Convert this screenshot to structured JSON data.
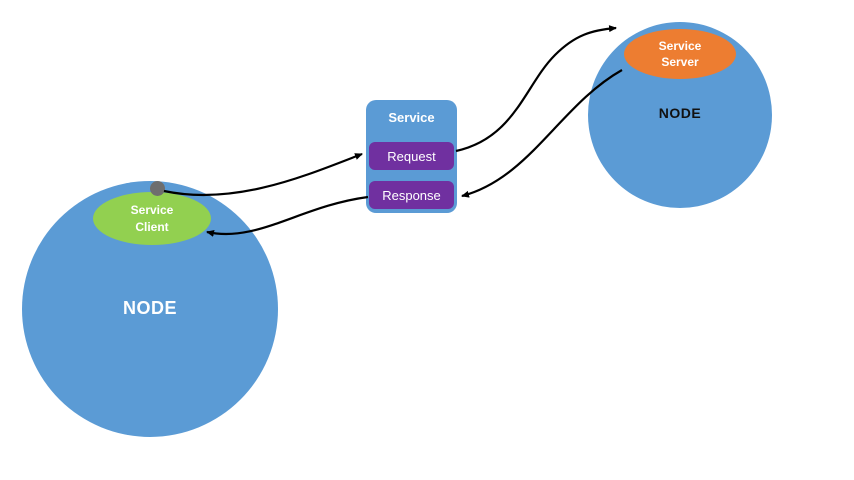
{
  "background": "#ffffff",
  "colors": {
    "background": "#ffffff",
    "node_blue": "#5b9bd5",
    "client_green": "#92d050",
    "server_orange": "#ed7d31",
    "box_purple": "#7030a0",
    "dot_gray": "#6e6e6e",
    "arrow_black": "#000000",
    "text_white": "#ffffff",
    "text_dark": "#111111"
  },
  "left_node": {
    "label": "NODE"
  },
  "right_node": {
    "label": "NODE"
  },
  "service_client": {
    "label_line1": "Service",
    "label_line2": "Client"
  },
  "service_server": {
    "label_line1": "Service",
    "label_line2": "Server"
  },
  "service_box": {
    "title": "Service",
    "request_label": "Request",
    "response_label": "Response"
  },
  "edges": [
    {
      "from": "service-client",
      "to": "request-box"
    },
    {
      "from": "request-box",
      "to": "service-server"
    },
    {
      "from": "service-server",
      "to": "response-box"
    },
    {
      "from": "response-box",
      "to": "service-client"
    }
  ]
}
